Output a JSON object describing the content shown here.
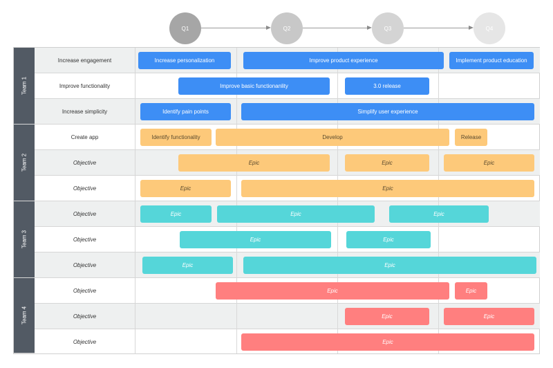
{
  "colors": {
    "blue": "#3d8ef5",
    "orange": "#fdc97a",
    "teal": "#55d6d9",
    "red": "#ff7f7f",
    "team_band": "#525a64",
    "row_shade": "#eef0f0",
    "quarter_active": "#a6a6a6",
    "quarter_next": "#c8c8c8",
    "quarter_later": "#d4d4d4",
    "quarter_last": "#e6e6e6"
  },
  "quarters": [
    {
      "label": "Q1",
      "color": "quarter_active"
    },
    {
      "label": "Q2",
      "color": "quarter_next"
    },
    {
      "label": "Q3",
      "color": "quarter_later"
    },
    {
      "label": "Q4",
      "color": "quarter_last"
    }
  ],
  "teams": [
    {
      "label": "Team 1"
    },
    {
      "label": "Team 2"
    },
    {
      "label": "Team 3"
    },
    {
      "label": "Team 4"
    }
  ],
  "rows": [
    {
      "team": 0,
      "label": "Increase engagement",
      "italic": false,
      "color": "blue",
      "items": [
        {
          "label": "Increase personalization",
          "italic": false
        },
        {
          "label": "Improve product experience",
          "italic": false
        },
        {
          "label": "Implement product education",
          "italic": false
        }
      ]
    },
    {
      "team": 0,
      "label": "Improve functionality",
      "italic": false,
      "color": "blue",
      "items": [
        {
          "label": "Improve basic functionanlity",
          "italic": false
        },
        {
          "label": "3.0 release",
          "italic": false
        }
      ]
    },
    {
      "team": 0,
      "label": "Increase simplicity",
      "italic": false,
      "color": "blue",
      "items": [
        {
          "label": "Identify pain points",
          "italic": false
        },
        {
          "label": "Simplify user experience",
          "italic": false
        }
      ]
    },
    {
      "team": 1,
      "label": "Create app",
      "italic": false,
      "color": "orange",
      "items": [
        {
          "label": "Identify functionality",
          "italic": false
        },
        {
          "label": "Develop",
          "italic": false
        },
        {
          "label": "Release",
          "italic": false
        }
      ]
    },
    {
      "team": 1,
      "label": "Objective",
      "italic": true,
      "color": "orange",
      "items": [
        {
          "label": "Epic",
          "italic": true
        },
        {
          "label": "Epic",
          "italic": true
        },
        {
          "label": "Epic",
          "italic": true
        }
      ]
    },
    {
      "team": 1,
      "label": "Objective",
      "italic": true,
      "color": "orange",
      "items": [
        {
          "label": "Epic",
          "italic": true
        },
        {
          "label": "Epic",
          "italic": true
        }
      ]
    },
    {
      "team": 2,
      "label": "Objective",
      "italic": true,
      "color": "teal",
      "items": [
        {
          "label": "Epic",
          "italic": true
        },
        {
          "label": "Epic",
          "italic": true
        },
        {
          "label": "Epic",
          "italic": true
        }
      ]
    },
    {
      "team": 2,
      "label": "Objective",
      "italic": true,
      "color": "teal",
      "items": [
        {
          "label": "Epic",
          "italic": true
        },
        {
          "label": "Epic",
          "italic": true
        }
      ]
    },
    {
      "team": 2,
      "label": "Objective",
      "italic": true,
      "color": "teal",
      "items": [
        {
          "label": "Epic",
          "italic": true
        },
        {
          "label": "Epic",
          "italic": true
        }
      ]
    },
    {
      "team": 3,
      "label": "Objective",
      "italic": true,
      "color": "red",
      "items": [
        {
          "label": "Epic",
          "italic": true
        },
        {
          "label": "Epic",
          "italic": true
        }
      ]
    },
    {
      "team": 3,
      "label": "Objective",
      "italic": true,
      "color": "red",
      "items": [
        {
          "label": "Epic",
          "italic": true
        },
        {
          "label": "Epic",
          "italic": true
        }
      ]
    },
    {
      "team": 3,
      "label": "Objective",
      "italic": true,
      "color": "red",
      "items": [
        {
          "label": "Epic",
          "italic": true
        }
      ]
    }
  ]
}
